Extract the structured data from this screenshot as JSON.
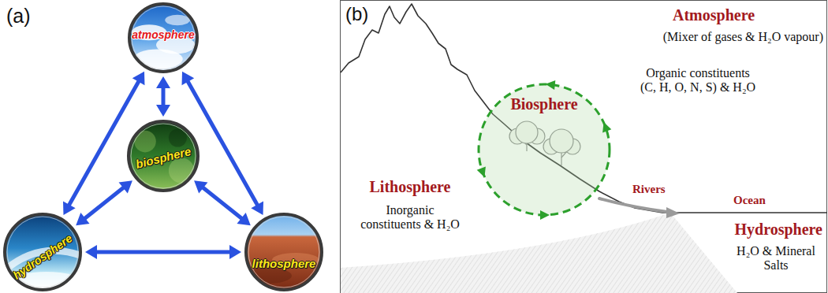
{
  "diagram": {
    "nodes": [
      {
        "text": [
          "atmosphere"
        ]
      },
      {
        "text": [
          "biosphere"
        ]
      },
      {
        "text": [
          "hydrosphere"
        ]
      },
      {
        "text": [
          "lithosphere"
        ]
      },
      {
        "text": [
          "Biosphere"
        ]
      }
    ],
    "edges": [
      {
        "from": 0,
        "to": 1,
        "arrow": "both"
      },
      {
        "from": 0,
        "to": 2,
        "arrow": "both"
      },
      {
        "from": 0,
        "to": 3,
        "arrow": "both"
      },
      {
        "from": 1,
        "to": 2,
        "arrow": "both"
      },
      {
        "from": 1,
        "to": 3,
        "arrow": "both"
      },
      {
        "from": 2,
        "to": 3,
        "arrow": "both"
      }
    ],
    "labels": [
      "(a)",
      "(b)",
      "Atmosphere",
      "(Mixer of gases & H₂O vapour)",
      "Organic constituents (C, H, O, N, S) & H₂O",
      "Lithosphere",
      "Inorganic constituents & H₂O",
      "Rivers",
      "Ocean",
      "Hydrosphere",
      "H₂O & Mineral Salts"
    ]
  }
}
